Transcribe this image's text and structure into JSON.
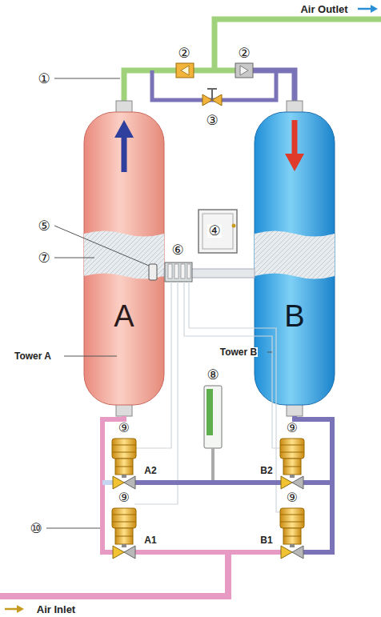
{
  "diagram": {
    "nodes": [
      {
        "text": [
          "A"
        ]
      },
      {
        "text": [
          "B"
        ]
      }
    ],
    "labels": [
      "Air Outlet",
      "①",
      "②",
      "②",
      "③",
      "④",
      "⑤",
      "⑥",
      "⑦",
      "Tower A",
      "Tower B",
      "⑧",
      "⑨",
      "⑨",
      "A2",
      "B2",
      "⑨",
      "⑨",
      "⑩",
      "A1",
      "B1",
      "Air Inlet"
    ]
  }
}
